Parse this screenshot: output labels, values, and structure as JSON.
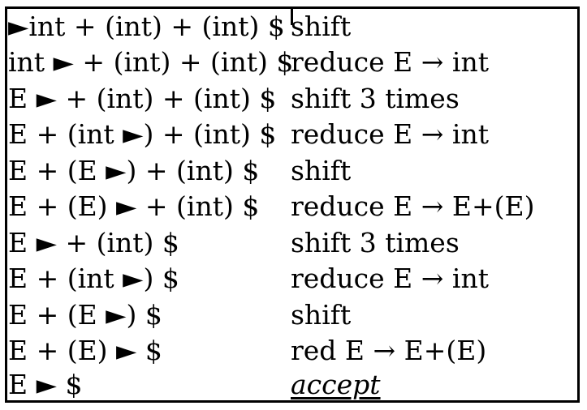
{
  "table": {
    "rows": [
      {
        "stack": "►int + (int) + (int) $",
        "action": "shift"
      },
      {
        "stack": "int ► + (int) + (int) $",
        "action": "reduce E → int"
      },
      {
        "stack": "E ► + (int) + (int) $",
        "action": "shift 3 times"
      },
      {
        "stack": "E + (int ►) + (int) $",
        "action": "reduce E → int"
      },
      {
        "stack": "E + (E ►) + (int) $",
        "action": "shift"
      },
      {
        "stack": "E + (E) ► + (int) $",
        "action": "reduce E → E+(E)"
      },
      {
        "stack": "E ► + (int) $",
        "action": "shift 3 times"
      },
      {
        "stack": "E + (int ►) $",
        "action": "reduce E → int"
      },
      {
        "stack": "E + (E ►) $",
        "action": "shift"
      },
      {
        "stack": "E + (E) ► $",
        "action": "red E → E+(E)"
      },
      {
        "stack": "E ► $",
        "action": "accept"
      }
    ]
  }
}
